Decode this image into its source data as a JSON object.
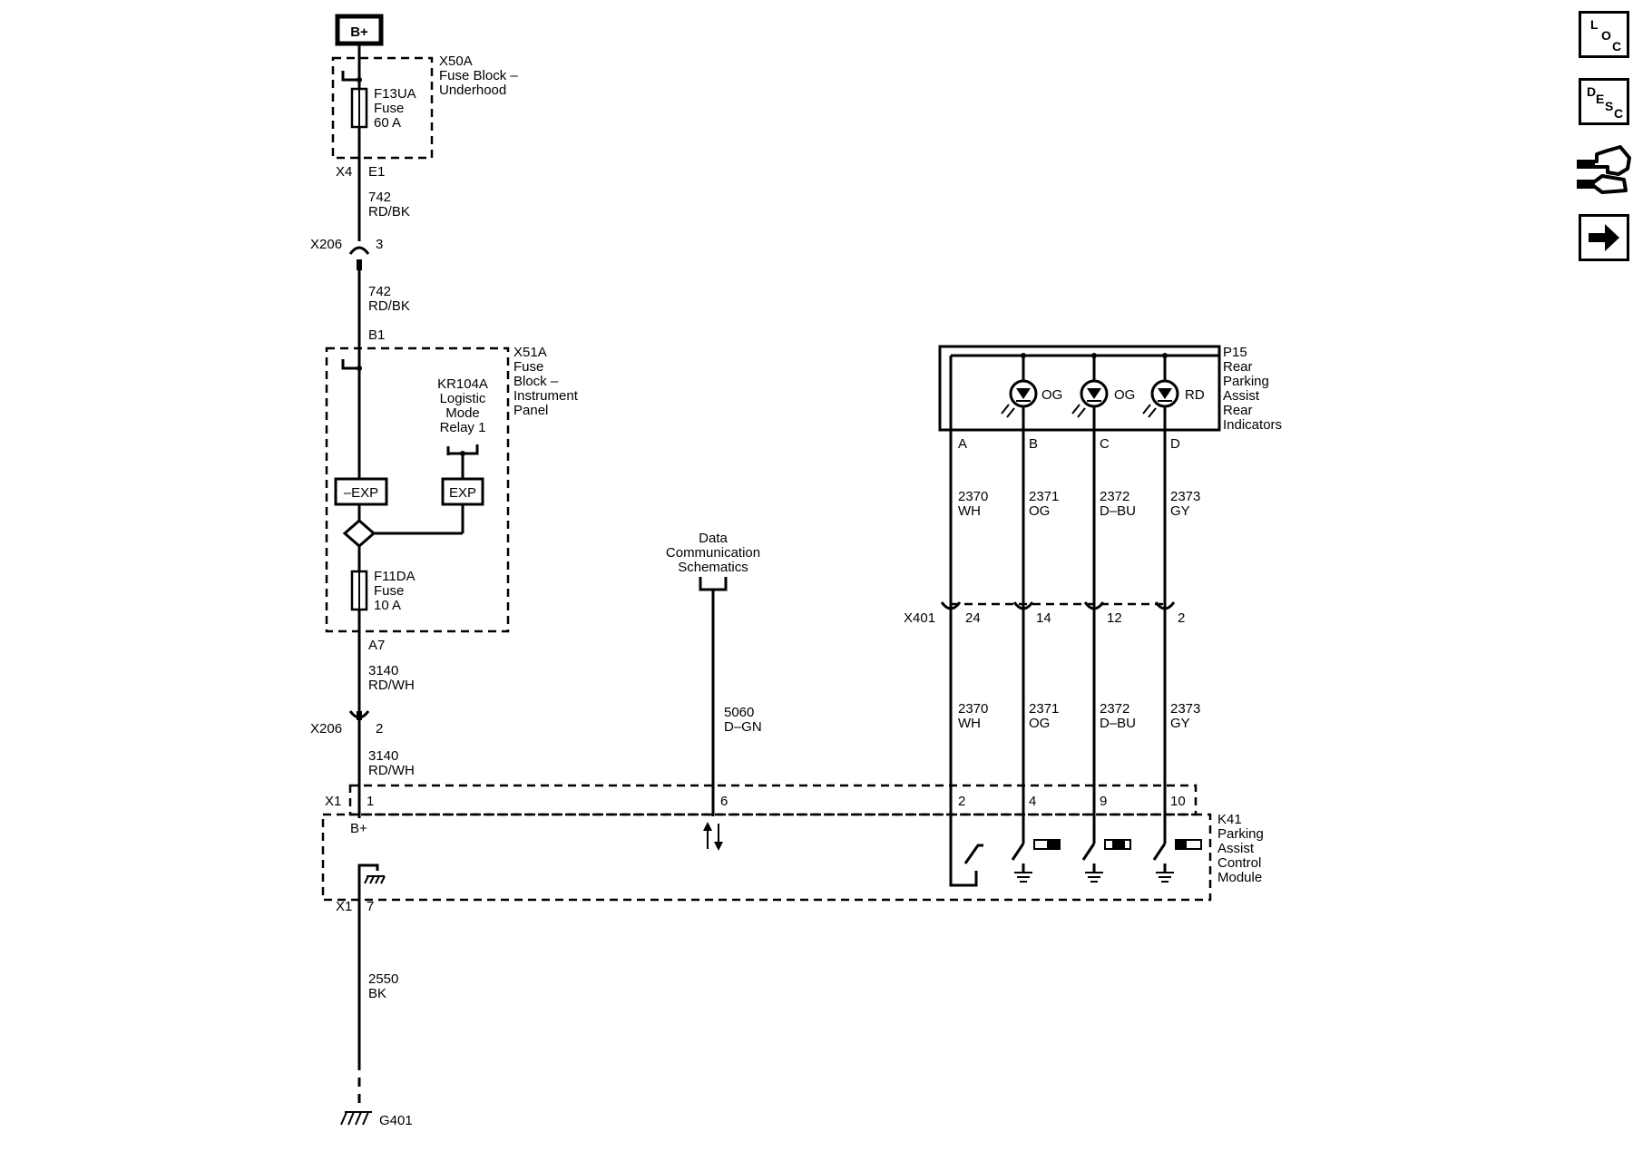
{
  "power": {
    "label": "B+"
  },
  "fuse_block_underhood": {
    "id": "X50A",
    "line1": "Fuse Block –",
    "line2": "Underhood",
    "fuse_id": "F13UA",
    "fuse_word": "Fuse",
    "fuse_rating": "60 A",
    "connector": "X4",
    "pin": "E1"
  },
  "wire_742": {
    "circuit": "742",
    "color": "RD/BK"
  },
  "x206": {
    "id": "X206",
    "pin_top": "3",
    "pin_bottom": "2"
  },
  "fuse_block_ip": {
    "id": "X51A",
    "line1": "Fuse",
    "line2": "Block –",
    "line3": "Instrument",
    "line4": "Panel",
    "pin_in": "B1",
    "pin_out": "A7",
    "relay_id": "KR104A",
    "relay_l1": "Logistic",
    "relay_l2": "Mode",
    "relay_l3": "Relay 1",
    "exp_neg": "–EXP",
    "exp": "EXP",
    "fuse_id": "F11DA",
    "fuse_word": "Fuse",
    "fuse_rating": "10 A"
  },
  "wire_3140": {
    "circuit": "3140",
    "color": "RD/WH"
  },
  "data_comm": {
    "line1": "Data",
    "line2": "Communication",
    "line3": "Schematics"
  },
  "wire_5060": {
    "circuit": "5060",
    "color": "D–GN"
  },
  "indicators": {
    "id": "P15",
    "line1": "Rear",
    "line2": "Parking",
    "line3": "Assist",
    "line4": "Rear",
    "line5": "Indicators",
    "leds": [
      "OG",
      "OG",
      "RD"
    ],
    "pins": [
      "A",
      "B",
      "C",
      "D"
    ]
  },
  "wires_p15": [
    {
      "circuit": "2370",
      "color": "WH"
    },
    {
      "circuit": "2371",
      "color": "OG"
    },
    {
      "circuit": "2372",
      "color": "D–BU"
    },
    {
      "circuit": "2373",
      "color": "GY"
    }
  ],
  "x401": {
    "id": "X401",
    "pins": [
      "24",
      "14",
      "12",
      "2"
    ]
  },
  "module": {
    "id": "K41",
    "line1": "Parking",
    "line2": "Assist",
    "line3": "Control",
    "line4": "Module",
    "connector": "X1",
    "pins": [
      "1",
      "6",
      "2",
      "4",
      "9",
      "10"
    ],
    "bplus": "B+",
    "ground_pin": "7"
  },
  "wire_2550": {
    "circuit": "2550",
    "color": "BK"
  },
  "ground": {
    "id": "G401"
  },
  "nav": {
    "loc": [
      "L",
      "O",
      "C"
    ],
    "desc": [
      "D",
      "E",
      "S",
      "C"
    ]
  }
}
